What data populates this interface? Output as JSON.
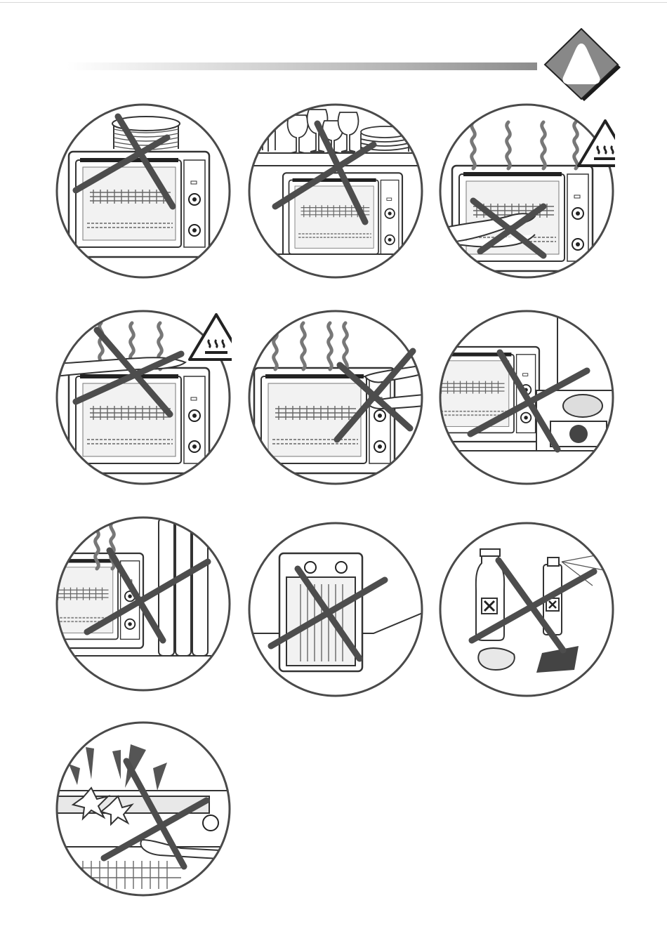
{
  "page": {
    "header_icon": "warning-triangle-icon",
    "colors": {
      "line": "#333333",
      "circle": "#4a4a4a",
      "cross": "#4d4d4d",
      "header_bar_end": "#8c8c8c"
    }
  },
  "panels": [
    {
      "scene": "do-not-place-objects-on-top",
      "crossed": true,
      "icon": "plates-icon"
    },
    {
      "scene": "do-not-place-glasses-near-oven",
      "crossed": true,
      "icon": "glasses-icon"
    },
    {
      "scene": "hot-surface-do-not-touch-door",
      "crossed": true,
      "icon": "hot-surface-warning-icon"
    },
    {
      "scene": "hot-surface-do-not-touch-top",
      "crossed": true,
      "icon": "hot-surface-warning-icon"
    },
    {
      "scene": "do-not-touch-side-while-hot",
      "crossed": true,
      "icon": "hand-icon"
    },
    {
      "scene": "do-not-place-near-cooktop",
      "crossed": true,
      "icon": "cooktop-icon"
    },
    {
      "scene": "do-not-place-near-radiator",
      "crossed": true,
      "icon": "radiator-icon"
    },
    {
      "scene": "do-not-tilt-oven",
      "crossed": true,
      "icon": "tilted-oven-icon"
    },
    {
      "scene": "no-abrasive-cleaners",
      "crossed": true,
      "icon": "cleaning-products-icon"
    },
    {
      "scene": "do-not-slam-door",
      "crossed": true,
      "icon": "slam-burst-icon"
    }
  ]
}
